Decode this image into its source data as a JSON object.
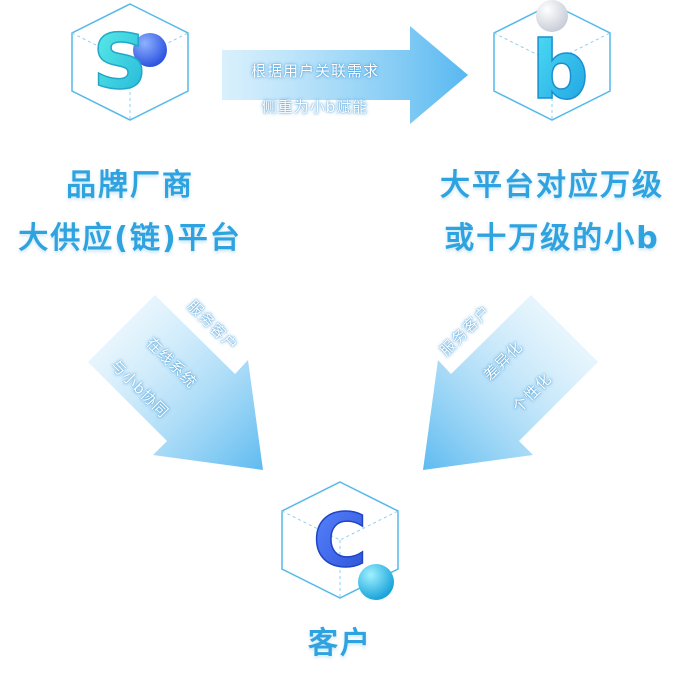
{
  "nodes": {
    "brand": {
      "letter": "S",
      "line1": "品牌厂商",
      "line2": "大供应(链)平台"
    },
    "platform": {
      "letter": "b",
      "line1": "大平台对应万级",
      "line2": "或十万级的小b"
    },
    "customer": {
      "letter": "C",
      "line1": "客户"
    }
  },
  "edges": {
    "top": {
      "line1": "根据用户关联需求",
      "line2": "侧重为小b赋能"
    },
    "left": {
      "line1": "服务客户",
      "line2": "在线系统",
      "line3": "与小b协同"
    },
    "right": {
      "line1": "服务客户",
      "line2": "差异化",
      "line3": "个性化"
    }
  },
  "colors": {
    "accent": "#2fa3df",
    "arrow": "#8fd2f7",
    "cube_edge": "#4fb6ea",
    "sphere": "#3a6cf0",
    "letter_cyan": "#35d9e8",
    "letter_blue": "#3d6cf2"
  }
}
